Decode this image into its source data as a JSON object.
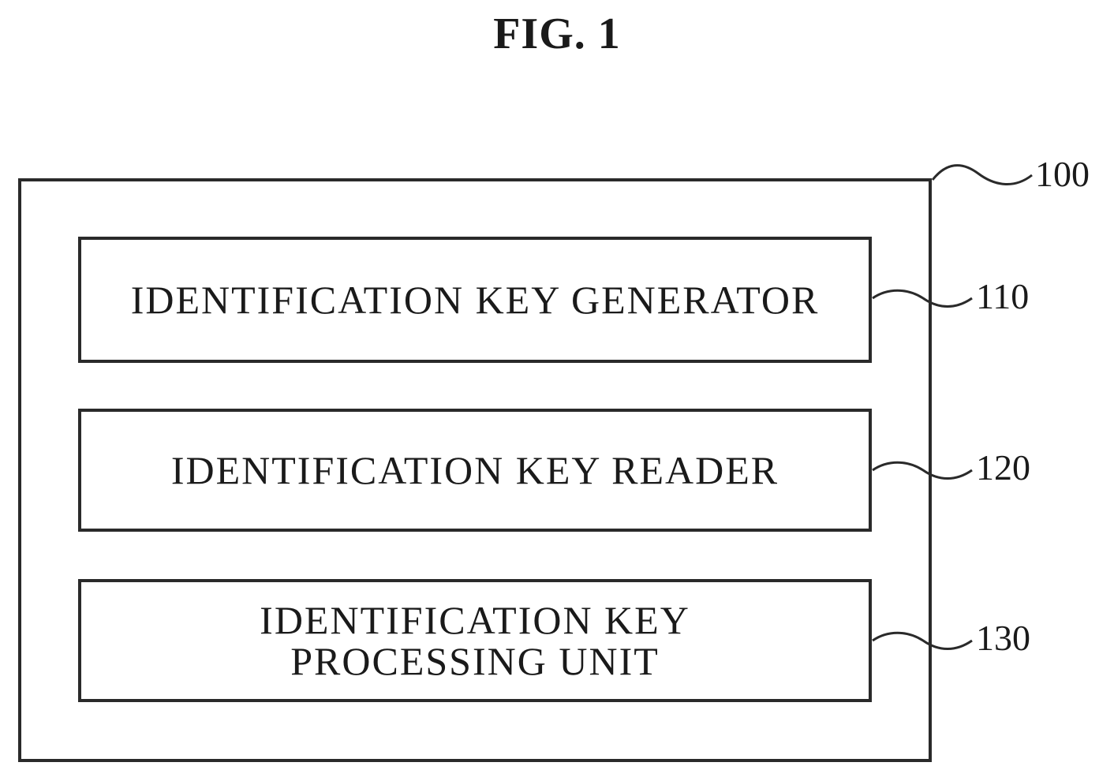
{
  "figure": {
    "title": "FIG. 1"
  },
  "system": {
    "ref": "100"
  },
  "blocks": [
    {
      "ref": "110",
      "lines": [
        "IDENTIFICATION KEY GENERATOR"
      ]
    },
    {
      "ref": "120",
      "lines": [
        "IDENTIFICATION KEY READER"
      ]
    },
    {
      "ref": "130",
      "lines": [
        "IDENTIFICATION KEY",
        "PROCESSING UNIT"
      ]
    }
  ]
}
